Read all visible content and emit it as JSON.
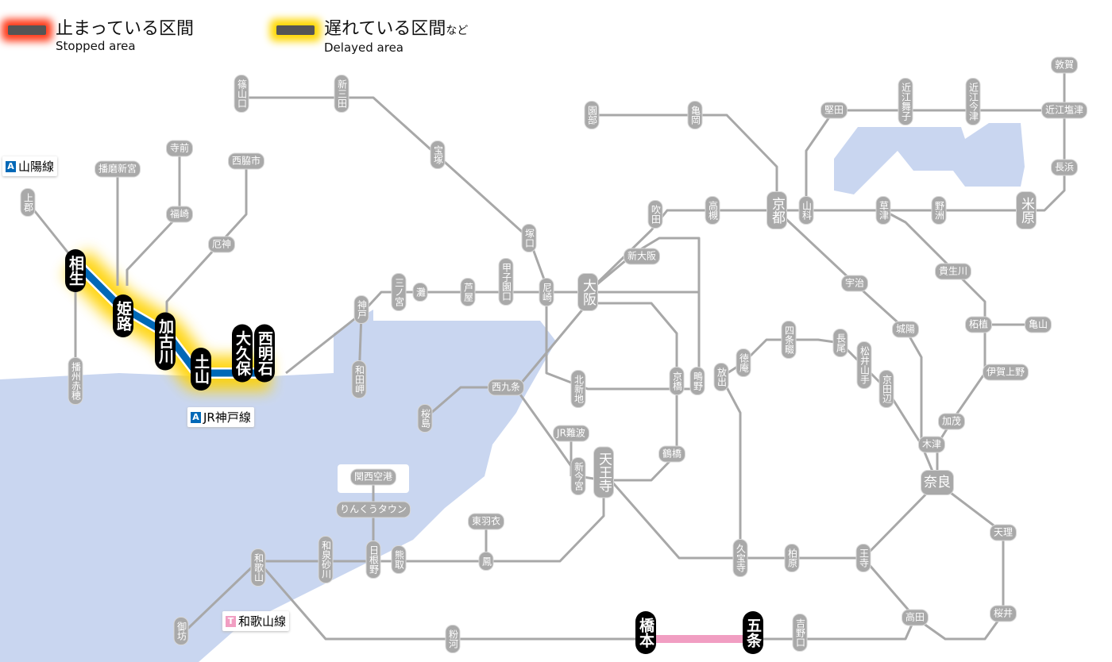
{
  "legend": {
    "stopped": {
      "label_ja": "止まっている区間",
      "label_en": "Stopped area",
      "color": "#ff3300"
    },
    "delayed": {
      "label_ja": "遅れている区間",
      "label_ja_suffix": "など",
      "label_en": "Delayed area",
      "color": "#ffd200"
    }
  },
  "lines": [
    {
      "badge": "A",
      "name": "山陽線",
      "color": "#0068b7"
    },
    {
      "badge": "A",
      "name": "JR神戸線",
      "color": "#0068b7"
    },
    {
      "badge": "T",
      "name": "和歌山線",
      "color": "#f19ec2"
    }
  ],
  "colors": {
    "track": "#a8a8a8",
    "water": "#c9d6f0",
    "kobe_line": "#0068b7",
    "wakayama_line": "#f19ec2"
  },
  "stations": [
    {
      "name": "篠山口",
      "status": "normal"
    },
    {
      "name": "新三田",
      "status": "normal"
    },
    {
      "name": "宝塚",
      "status": "normal"
    },
    {
      "name": "塚口",
      "status": "normal"
    },
    {
      "name": "尼崎",
      "status": "normal"
    },
    {
      "name": "甲子園口",
      "status": "normal"
    },
    {
      "name": "芦屋",
      "status": "normal"
    },
    {
      "name": "灘",
      "status": "normal"
    },
    {
      "name": "三ノ宮",
      "status": "normal"
    },
    {
      "name": "神戸",
      "status": "normal"
    },
    {
      "name": "和田岬",
      "status": "normal"
    },
    {
      "name": "大阪",
      "status": "major"
    },
    {
      "name": "新大阪",
      "status": "normal"
    },
    {
      "name": "吹田",
      "status": "normal"
    },
    {
      "name": "高槻",
      "status": "normal"
    },
    {
      "name": "京都",
      "status": "major"
    },
    {
      "name": "山科",
      "status": "normal"
    },
    {
      "name": "草津",
      "status": "normal"
    },
    {
      "name": "野洲",
      "status": "normal"
    },
    {
      "name": "米原",
      "status": "major"
    },
    {
      "name": "長浜",
      "status": "normal"
    },
    {
      "name": "敦賀",
      "status": "normal"
    },
    {
      "name": "近江塩津",
      "status": "normal"
    },
    {
      "name": "近江今津",
      "status": "normal"
    },
    {
      "name": "近江舞子",
      "status": "normal"
    },
    {
      "name": "堅田",
      "status": "normal"
    },
    {
      "name": "園部",
      "status": "normal"
    },
    {
      "name": "亀岡",
      "status": "normal"
    },
    {
      "name": "宇治",
      "status": "normal"
    },
    {
      "name": "城陽",
      "status": "normal"
    },
    {
      "name": "貴生川",
      "status": "normal"
    },
    {
      "name": "柘植",
      "status": "normal"
    },
    {
      "name": "亀山",
      "status": "normal"
    },
    {
      "name": "伊賀上野",
      "status": "normal"
    },
    {
      "name": "加茂",
      "status": "normal"
    },
    {
      "name": "木津",
      "status": "normal"
    },
    {
      "name": "奈良",
      "status": "major"
    },
    {
      "name": "天理",
      "status": "normal"
    },
    {
      "name": "桜井",
      "status": "normal"
    },
    {
      "name": "高田",
      "status": "normal"
    },
    {
      "name": "王寺",
      "status": "normal"
    },
    {
      "name": "柏原",
      "status": "normal"
    },
    {
      "name": "久宝寺",
      "status": "normal"
    },
    {
      "name": "放出",
      "status": "normal"
    },
    {
      "name": "鴫野",
      "status": "normal"
    },
    {
      "name": "京橋",
      "status": "normal"
    },
    {
      "name": "徳庵",
      "status": "normal"
    },
    {
      "name": "四条畷",
      "status": "normal"
    },
    {
      "name": "長尾",
      "status": "normal"
    },
    {
      "name": "松井山手",
      "status": "normal"
    },
    {
      "name": "京田辺",
      "status": "normal"
    },
    {
      "name": "北新地",
      "status": "normal"
    },
    {
      "name": "西九条",
      "status": "normal"
    },
    {
      "name": "桜島",
      "status": "normal"
    },
    {
      "name": "JR難波",
      "status": "normal"
    },
    {
      "name": "新今宮",
      "status": "normal"
    },
    {
      "name": "天王寺",
      "status": "major"
    },
    {
      "name": "鶴橋",
      "status": "normal"
    },
    {
      "name": "関西空港",
      "status": "normal"
    },
    {
      "name": "りんくうタウン",
      "status": "normal"
    },
    {
      "name": "東羽衣",
      "status": "normal"
    },
    {
      "name": "鳳",
      "status": "normal"
    },
    {
      "name": "熊取",
      "status": "normal"
    },
    {
      "name": "日根野",
      "status": "normal"
    },
    {
      "name": "和泉砂川",
      "status": "normal"
    },
    {
      "name": "和歌山",
      "status": "normal"
    },
    {
      "name": "御坊",
      "status": "normal"
    },
    {
      "name": "粉河",
      "status": "normal"
    },
    {
      "name": "橋本",
      "status": "stopped"
    },
    {
      "name": "五条",
      "status": "stopped"
    },
    {
      "name": "吉野口",
      "status": "normal"
    },
    {
      "name": "上郡",
      "status": "normal"
    },
    {
      "name": "播磨新宮",
      "status": "normal"
    },
    {
      "name": "寺前",
      "status": "normal"
    },
    {
      "name": "福崎",
      "status": "normal"
    },
    {
      "name": "西脇市",
      "status": "normal"
    },
    {
      "name": "厄神",
      "status": "normal"
    },
    {
      "name": "播州赤穂",
      "status": "normal"
    },
    {
      "name": "相生",
      "status": "delayed"
    },
    {
      "name": "姫路",
      "status": "delayed"
    },
    {
      "name": "加古川",
      "status": "delayed"
    },
    {
      "name": "土山",
      "status": "delayed"
    },
    {
      "name": "大久保",
      "status": "delayed"
    },
    {
      "name": "西明石",
      "status": "delayed"
    }
  ]
}
